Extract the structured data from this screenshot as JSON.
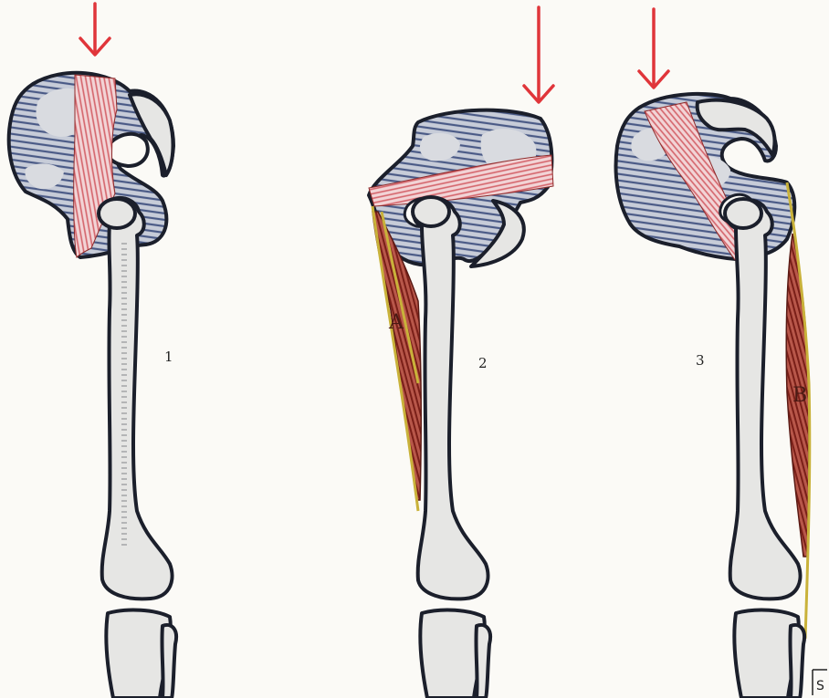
{
  "figure": {
    "panels": [
      {
        "label": "1"
      },
      {
        "label": "2",
        "muscle_label": "A"
      },
      {
        "label": "3",
        "muscle_label": "B"
      }
    ],
    "signature": "S",
    "colors": {
      "bone": "#e6e6e4",
      "pelvis_blue": "#4a5a86",
      "ligament_red": "#d4636a",
      "muscle_red": "#8c2a22",
      "tendon_yellow": "#c9b23a",
      "arrow_red": "#e0353a",
      "outline": "#1b1f2b"
    }
  }
}
